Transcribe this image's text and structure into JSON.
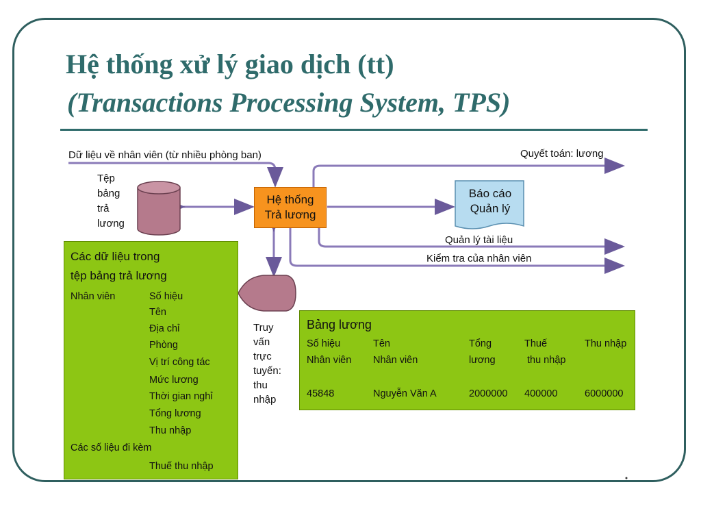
{
  "slide": {
    "title_line1": "Hệ thống xử lý giao dịch (tt)",
    "title_line2": "(Transactions Processing System, TPS)"
  },
  "diagram": {
    "input_label": "Dữ liệu về nhân viên (từ nhiều phòng ban)",
    "file_label": [
      "Tệp",
      "bảng",
      "trả",
      "lương"
    ],
    "system_box": [
      "Hệ thống",
      "Trả lương"
    ],
    "report_box": [
      "Báo cáo",
      "Quản lý"
    ],
    "output_settlement": "Quyết toán: lương",
    "output_docs": "Quản lý tài liệu",
    "output_check": "Kiểm tra của nhân viên",
    "query_label": [
      "Truy",
      "vấn",
      "trực",
      "tuyến:",
      "thu",
      "nhập"
    ]
  },
  "file_panel": {
    "heading": [
      "Các dữ liệu trong",
      "tệp bảng trả lương"
    ],
    "group1_label": "Nhân viên",
    "group1_fields": [
      "Số hiệu",
      "Tên",
      "Địa chỉ",
      "Phòng",
      "Vị trí công tác",
      "Mức lương",
      "Thời gian nghỉ",
      "Tổng lương",
      "Thu nhập"
    ],
    "group2_label": "Các số liệu đi kèm",
    "group2_fields": [
      "Thuế thu nhập"
    ]
  },
  "payroll_table": {
    "title": "Bảng lương",
    "headers": [
      [
        "Số hiệu",
        "Nhân viên"
      ],
      [
        "Tên",
        "Nhân viên"
      ],
      [
        "Tổng",
        "lương"
      ],
      [
        "Thuế",
        "thu nhập"
      ],
      [
        "Thu nhập",
        ""
      ]
    ],
    "row": [
      "45848",
      "Nguyễn Văn A",
      "2000000",
      "400000",
      "6000000"
    ]
  },
  "colors": {
    "accent": "#2f6b6b",
    "panel_green": "#8dc614",
    "system_orange": "#f7931e",
    "report_blue": "#a9d6ee",
    "shape_mauve": "#b07a8c",
    "arrow_purple": "#7a6aa8"
  }
}
